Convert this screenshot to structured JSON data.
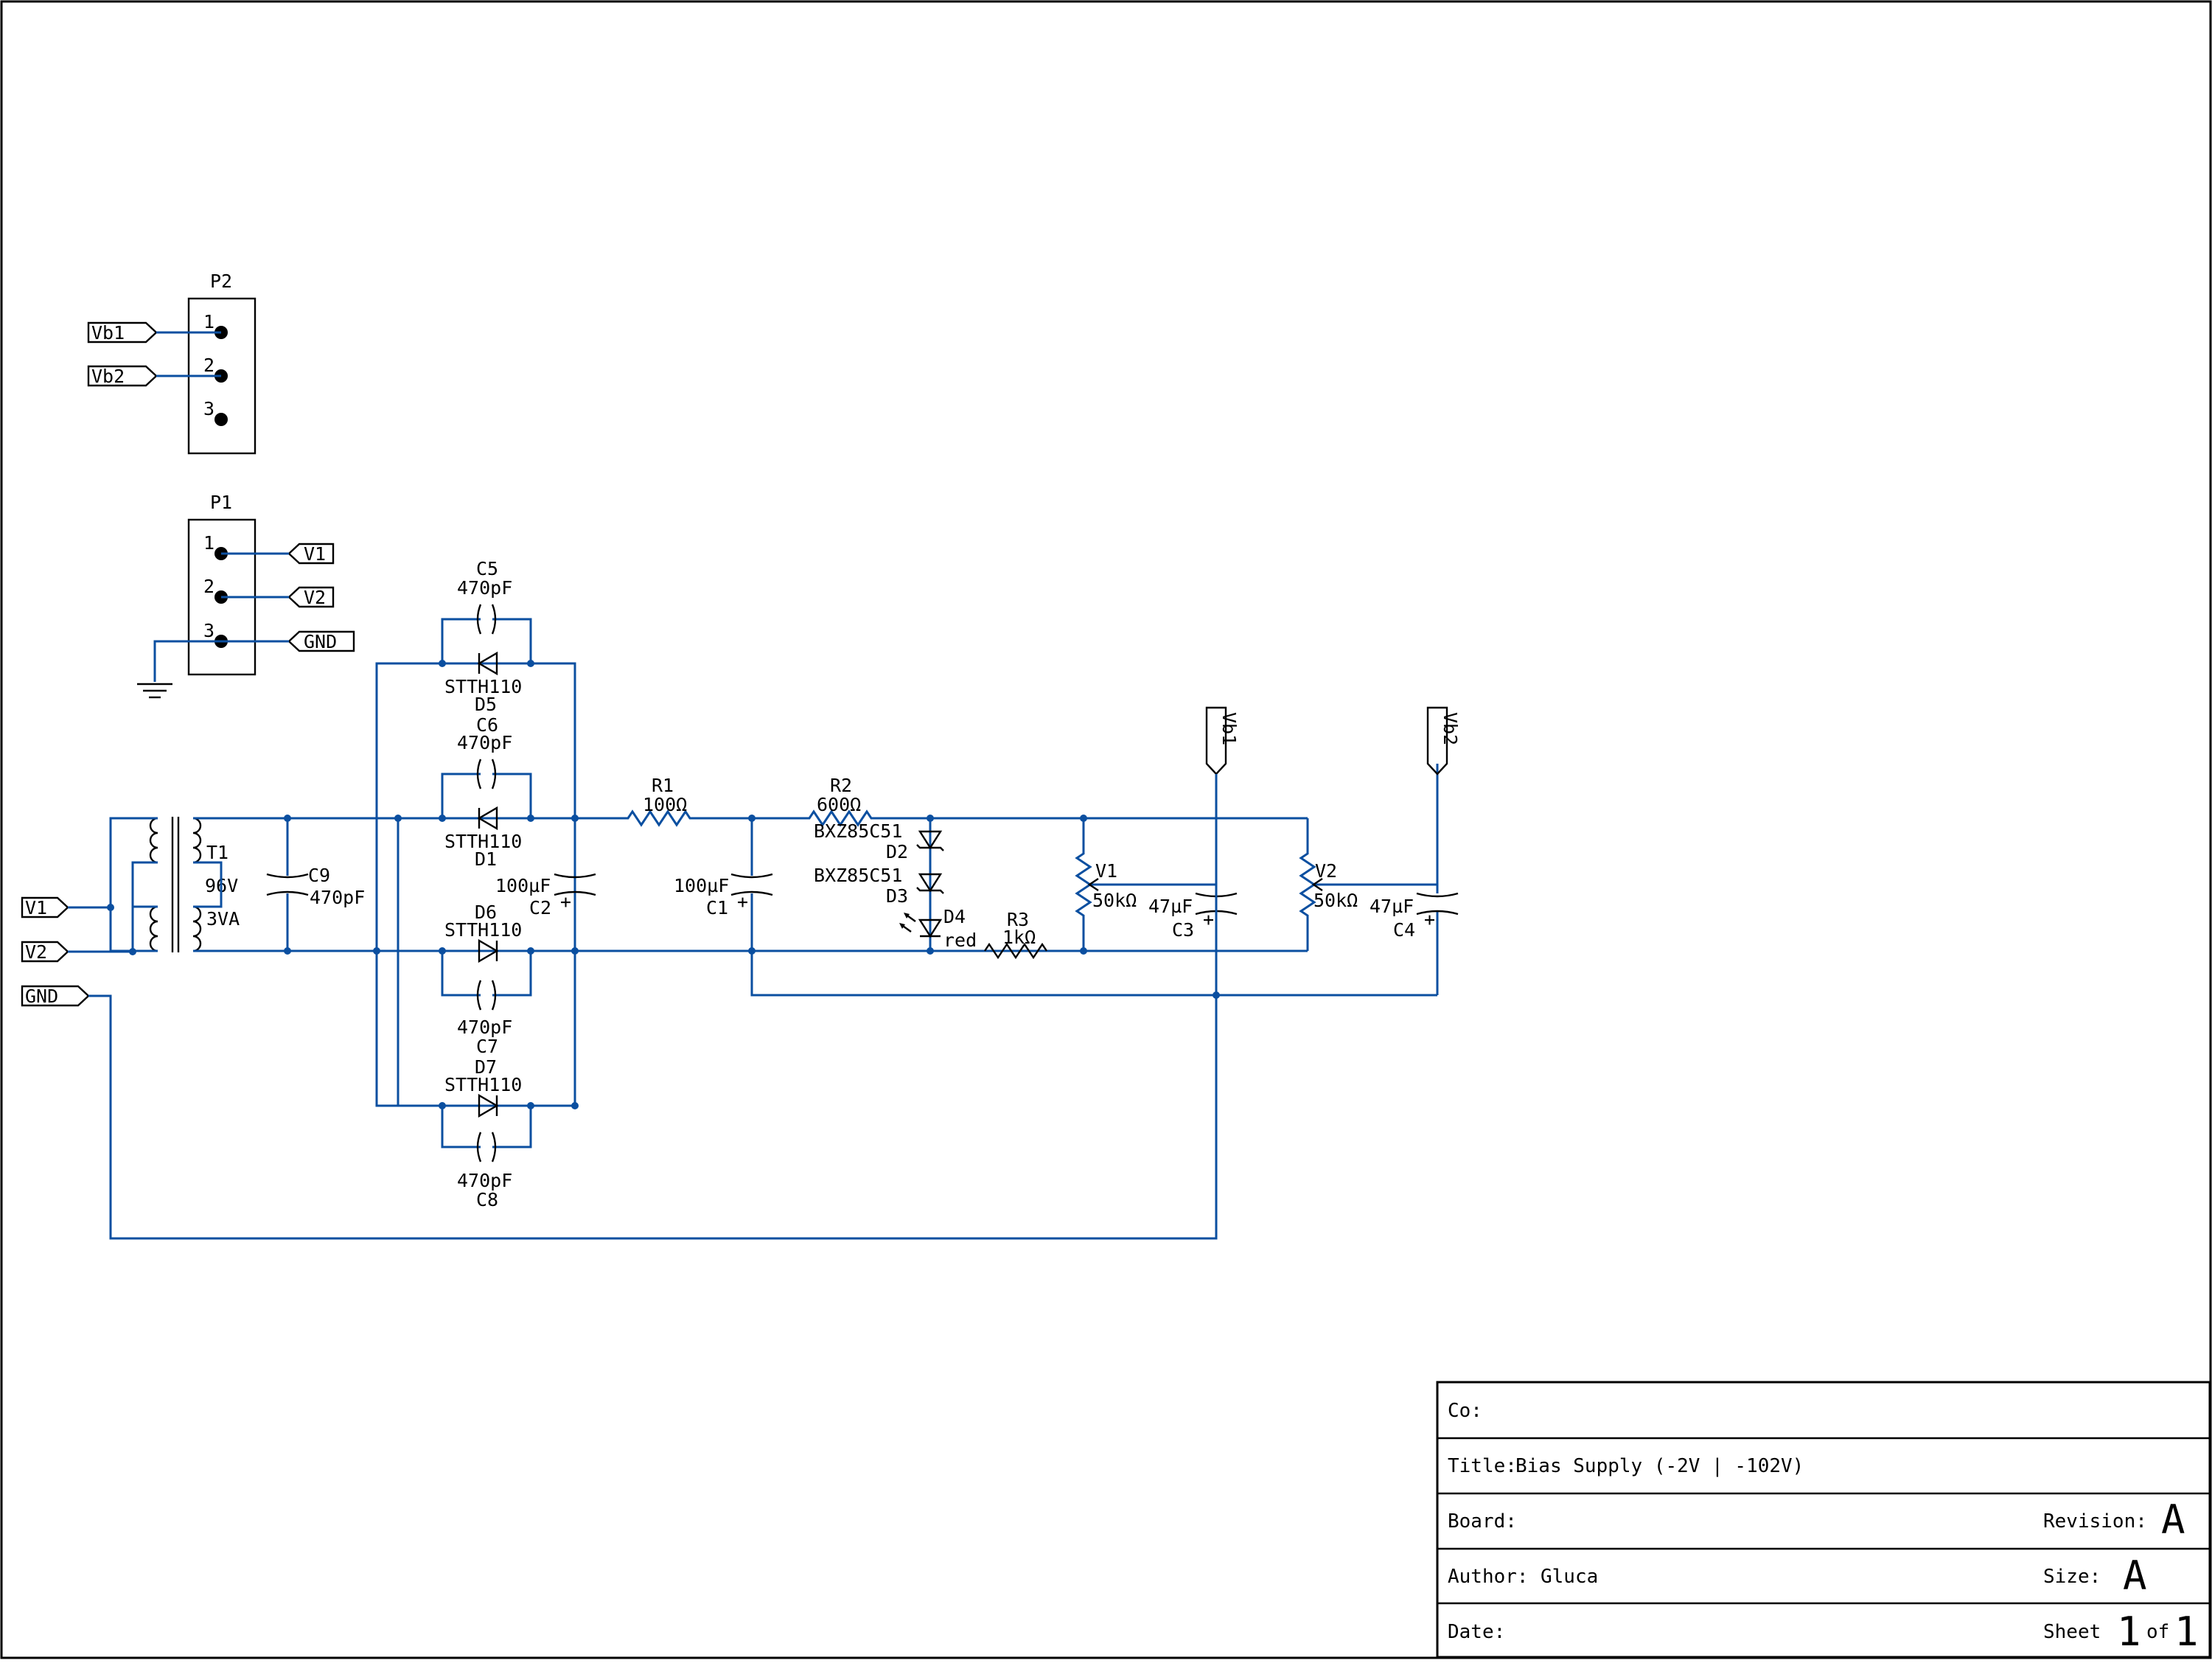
{
  "title_block": {
    "company_label": "Co:",
    "title_label": "Title:",
    "title_value": "Bias Supply (-2V | -102V)",
    "board_label": "Board:",
    "revision_label": "Revision:",
    "revision_value": "A",
    "author_label": "Author:",
    "author_value": "Gluca",
    "size_label": "Size:",
    "size_value": "A",
    "date_label": "Date:",
    "sheet_label": "Sheet",
    "sheet_number": "1",
    "sheet_of_label": "of",
    "sheet_total": "1"
  },
  "ports": {
    "vb1": "Vb1",
    "vb2": "Vb2",
    "v1": "V1",
    "v2": "V2",
    "gnd": "GND"
  },
  "connectors": {
    "p1": {
      "ref": "P1",
      "pins": [
        "1",
        "2",
        "3"
      ]
    },
    "p2": {
      "ref": "P2",
      "pins": [
        "1",
        "2",
        "3"
      ]
    }
  },
  "components": {
    "t1": {
      "ref": "T1",
      "voltage": "96V",
      "power": "3VA"
    },
    "c9": {
      "ref": "C9",
      "value": "470pF"
    },
    "c5": {
      "ref": "C5",
      "value": "470pF"
    },
    "c6": {
      "ref": "C6",
      "value": "470pF"
    },
    "c7": {
      "ref": "C7",
      "value": "470pF"
    },
    "c8": {
      "ref": "C8",
      "value": "470pF"
    },
    "d5": {
      "ref": "D5",
      "part": "STTH110"
    },
    "d1": {
      "ref": "D1",
      "part": "STTH110"
    },
    "d6": {
      "ref": "D6",
      "part": "STTH110"
    },
    "d7": {
      "ref": "D7",
      "part": "STTH110"
    },
    "c2": {
      "ref": "C2",
      "value": "100µF"
    },
    "r1": {
      "ref": "R1",
      "value": "100Ω"
    },
    "c1": {
      "ref": "C1",
      "value": "100µF"
    },
    "r2": {
      "ref": "R2",
      "value": "600Ω"
    },
    "d2": {
      "ref": "D2",
      "part": "BXZ85C51"
    },
    "d3": {
      "ref": "D3",
      "part": "BXZ85C51"
    },
    "d4": {
      "ref": "D4",
      "color": "red"
    },
    "r3": {
      "ref": "R3",
      "value": "1kΩ"
    },
    "v1pot": {
      "ref": "V1",
      "value": "50kΩ"
    },
    "c3": {
      "ref": "C3",
      "value": "47µF"
    },
    "v2pot": {
      "ref": "V2",
      "value": "50kΩ"
    },
    "c4": {
      "ref": "C4",
      "value": "47µF"
    }
  },
  "colors": {
    "wire": "#0b4fa0",
    "symbol": "#000000"
  }
}
